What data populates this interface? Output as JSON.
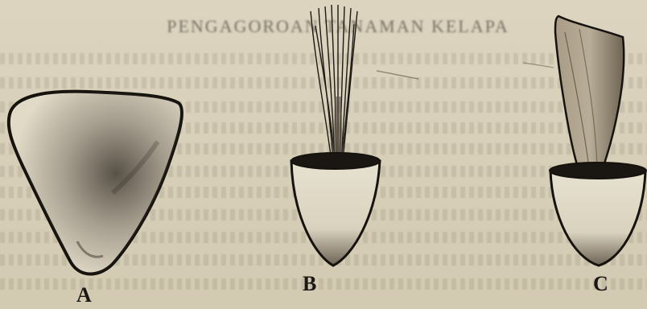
{
  "heading": "PENGAGOROAN TANAMAN KELAPA",
  "figures": [
    {
      "id": "A",
      "label": "A"
    },
    {
      "id": "B",
      "label": "B"
    },
    {
      "id": "C",
      "label": "C"
    }
  ],
  "colors": {
    "paper": "#d8d0ba",
    "ink": "#1a1714"
  }
}
